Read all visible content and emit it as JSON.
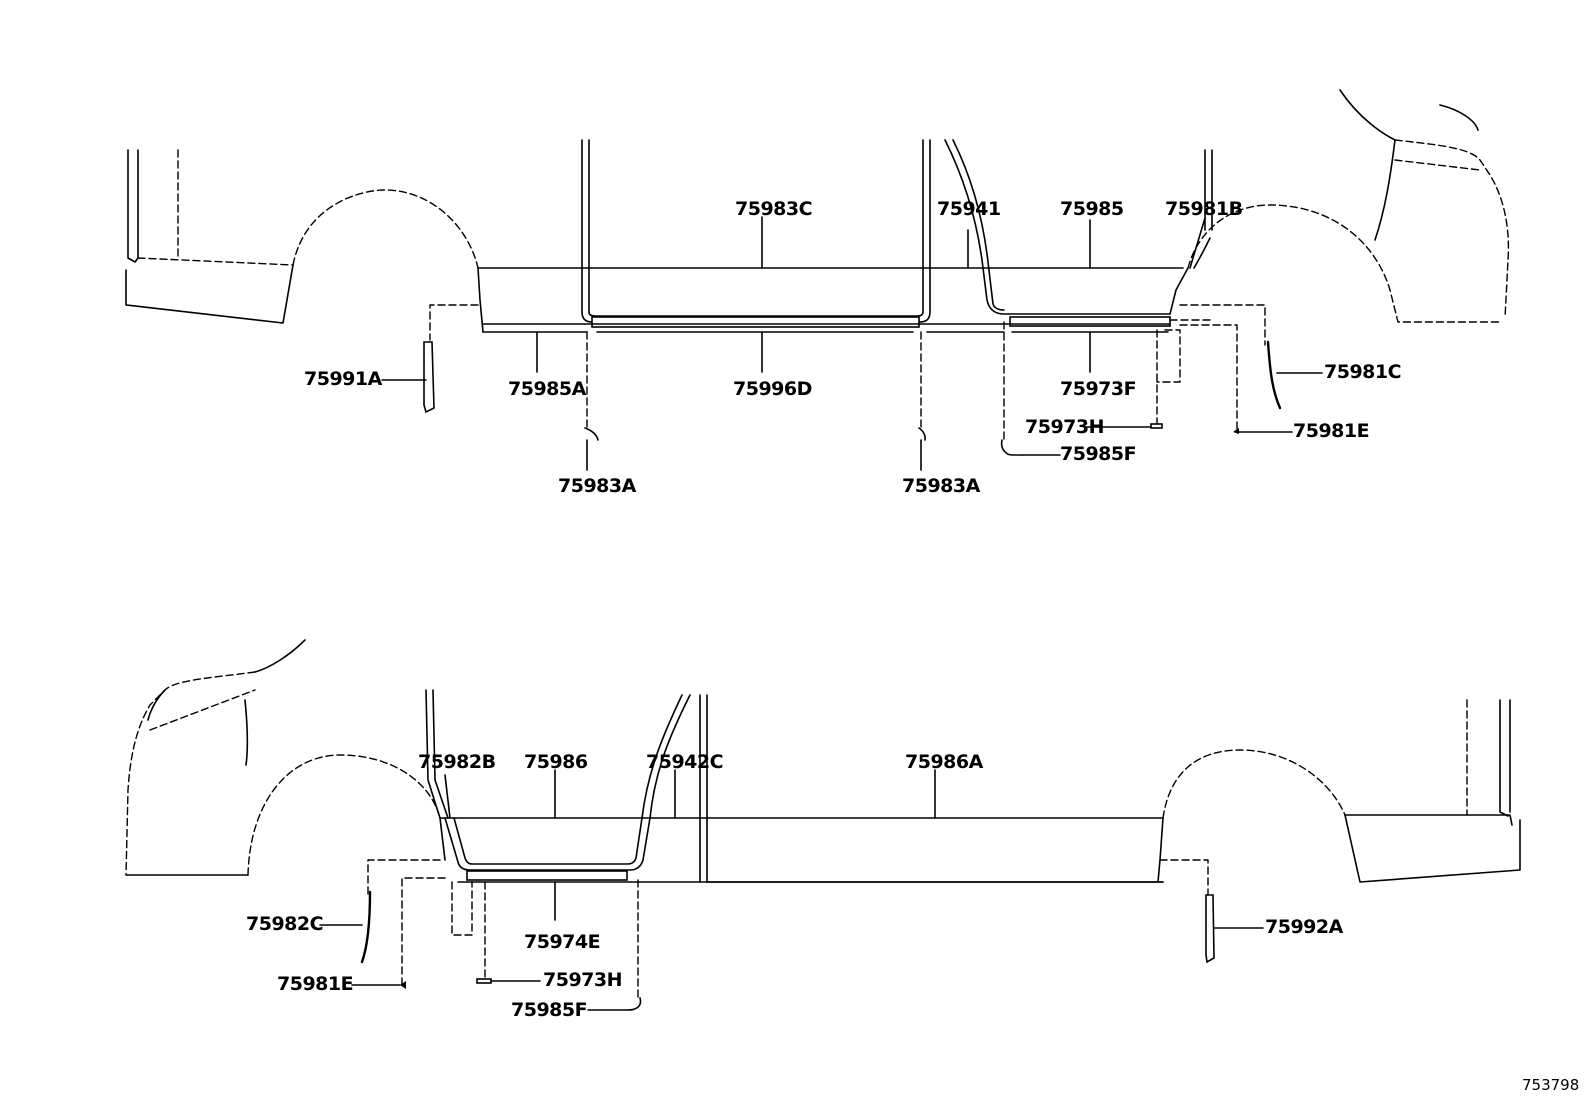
{
  "labels": {
    "top_75983C": "75983C",
    "top_75941": "75941",
    "top_75985": "75985",
    "top_75981B": "75981B",
    "top_75991A": "75991A",
    "top_75985A": "75985A",
    "top_75996D": "75996D",
    "top_75973F": "75973F",
    "top_75981C": "75981C",
    "top_75973H": "75973H",
    "top_75981E": "75981E",
    "top_75985F": "75985F",
    "top_75983A_left": "75983A",
    "top_75983A_right": "75983A",
    "bot_75982B": "75982B",
    "bot_75986": "75986",
    "bot_75942C": "75942C",
    "bot_75986A": "75986A",
    "bot_75982C": "75982C",
    "bot_75974E": "75974E",
    "bot_75992A": "75992A",
    "bot_75981E": "75981E",
    "bot_75973H": "75973H",
    "bot_75985F": "75985F"
  },
  "reference_number": "753798"
}
